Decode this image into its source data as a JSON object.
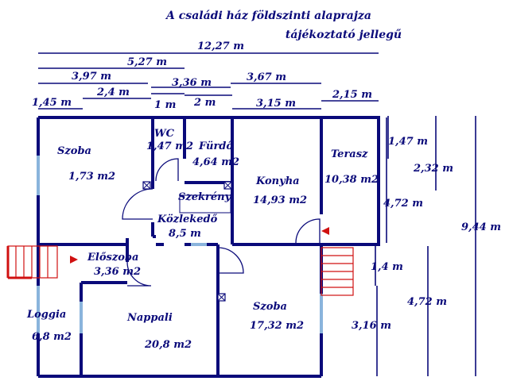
{
  "title": "A családi ház földszinti alaprajza",
  "subtitle": "tájékoztató jellegű",
  "dimensions": {
    "total_width": "12,27 m",
    "d_527": "5,27 m",
    "d_397": "3,97 m",
    "d_336": "3,36 m",
    "d_367": "3,67 m",
    "d_24": "2,4 m",
    "d_145": "1,45 m",
    "d_1": "1 m",
    "d_2": "2 m",
    "d_315": "3,15 m",
    "d_215": "2,15 m",
    "d_147": "1,47 m",
    "d_232": "2,32 m",
    "d_472_upper": "4,72 m",
    "d_944": "9,44 m",
    "d_14": "1,4 m",
    "d_472_lower": "4,72 m",
    "d_316": "3,16 m"
  },
  "rooms": {
    "szoba1": {
      "name": "Szoba",
      "area": "1,73 m2"
    },
    "wc": {
      "name": "WC",
      "area": "1,47 m2"
    },
    "furdo": {
      "name": "Fürdő",
      "area": "4,64 m2"
    },
    "konyha": {
      "name": "Konyha",
      "area": "14,93 m2"
    },
    "terasz": {
      "name": "Terasz",
      "area": "10,38 m2"
    },
    "szekreny": {
      "name": "Szekrény"
    },
    "kozlekedo": {
      "name": "Közlekedő",
      "area": "8,5 m"
    },
    "eloszoba": {
      "name": "Előszoba",
      "area": "3,36 m2"
    },
    "loggia": {
      "name": "Loggia",
      "area": "6,8 m2"
    },
    "nappali": {
      "name": "Nappali",
      "area": "20,8 m2"
    },
    "szoba2": {
      "name": "Szoba",
      "area": "17,32 m2"
    }
  },
  "colors": {
    "wall": "#0a0a7a",
    "window": "#8ab4dc",
    "stairs": "#d01010"
  }
}
